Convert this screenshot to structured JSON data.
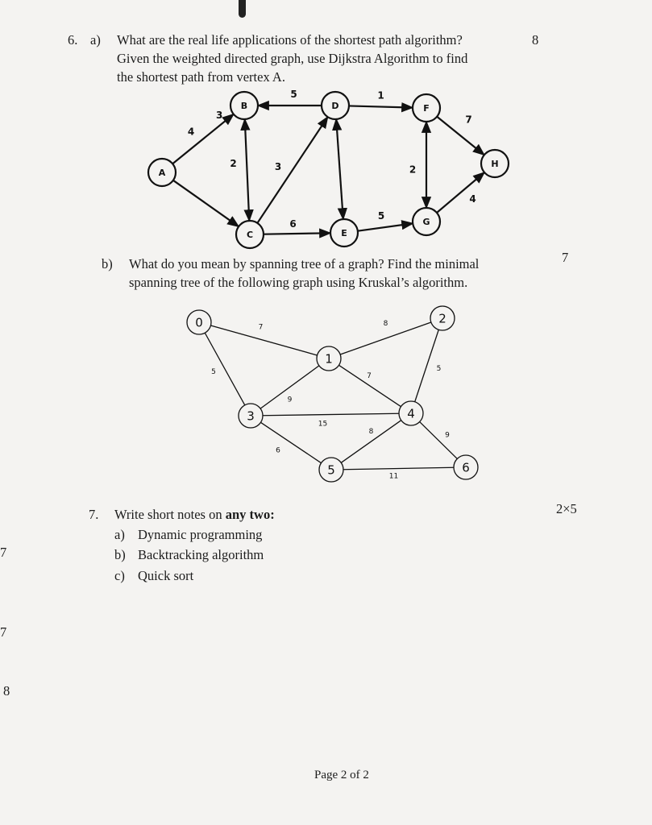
{
  "q6": {
    "number": "6.",
    "a_label": "a)",
    "a_lines": [
      "What are the real life applications of the shortest path algorithm?",
      "Given the weighted directed graph, use Dijkstra Algorithm to find",
      "the shortest path from vertex A."
    ],
    "a_marks": "8",
    "b_label": "b)",
    "b_lines": [
      "What do you mean by spanning tree of a graph? Find the minimal",
      "spanning tree of the following graph using Kruskal’s algorithm."
    ],
    "b_marks": "7"
  },
  "graph_directed": {
    "nodes": [
      "A",
      "B",
      "C",
      "D",
      "E",
      "F",
      "G",
      "H"
    ],
    "edges": [
      {
        "from": "A",
        "to": "B",
        "weight": "4"
      },
      {
        "from": "A",
        "to": "C",
        "weight": ""
      },
      {
        "from": "B",
        "to": "C",
        "weight": "2",
        "both": true
      },
      {
        "from": "C",
        "to": "D",
        "weight": "3"
      },
      {
        "from": "D",
        "to": "B",
        "weight": "5"
      },
      {
        "from": "D",
        "to": "F",
        "weight": "1"
      },
      {
        "from": "D",
        "to": "E",
        "weight": "",
        "both": true
      },
      {
        "from": "F",
        "to": "G",
        "weight": "2",
        "both": true
      },
      {
        "from": "F",
        "to": "H",
        "weight": "7"
      },
      {
        "from": "G",
        "to": "H",
        "weight": "4"
      },
      {
        "from": "C",
        "to": "E",
        "weight": "6"
      },
      {
        "from": "E",
        "to": "G",
        "weight": "5"
      }
    ],
    "extra_label": "3"
  },
  "graph_undirected": {
    "nodes": [
      "0",
      "1",
      "2",
      "3",
      "4",
      "5",
      "6"
    ],
    "edges": [
      {
        "from": "0",
        "to": "1",
        "weight": "7"
      },
      {
        "from": "0",
        "to": "3",
        "weight": "5"
      },
      {
        "from": "1",
        "to": "2",
        "weight": "8"
      },
      {
        "from": "1",
        "to": "3",
        "weight": "9"
      },
      {
        "from": "1",
        "to": "4",
        "weight": "7"
      },
      {
        "from": "2",
        "to": "4",
        "weight": "5"
      },
      {
        "from": "3",
        "to": "4",
        "weight": "15"
      },
      {
        "from": "3",
        "to": "5",
        "weight": "6"
      },
      {
        "from": "4",
        "to": "5",
        "weight": "8"
      },
      {
        "from": "4",
        "to": "6",
        "weight": "9"
      },
      {
        "from": "5",
        "to": "6",
        "weight": "11"
      }
    ]
  },
  "q7": {
    "number": "7.",
    "prompt": "Write short notes on ",
    "prompt_bold": "any two:",
    "marks": "2×5",
    "items": [
      {
        "label": "a)",
        "text": "Dynamic programming"
      },
      {
        "label": "b)",
        "text": "Backtracking algorithm"
      },
      {
        "label": "c)",
        "text": "Quick sort"
      }
    ]
  },
  "margin_marks": [
    "7",
    "7",
    "8"
  ],
  "footer": "Page 2 of 2"
}
